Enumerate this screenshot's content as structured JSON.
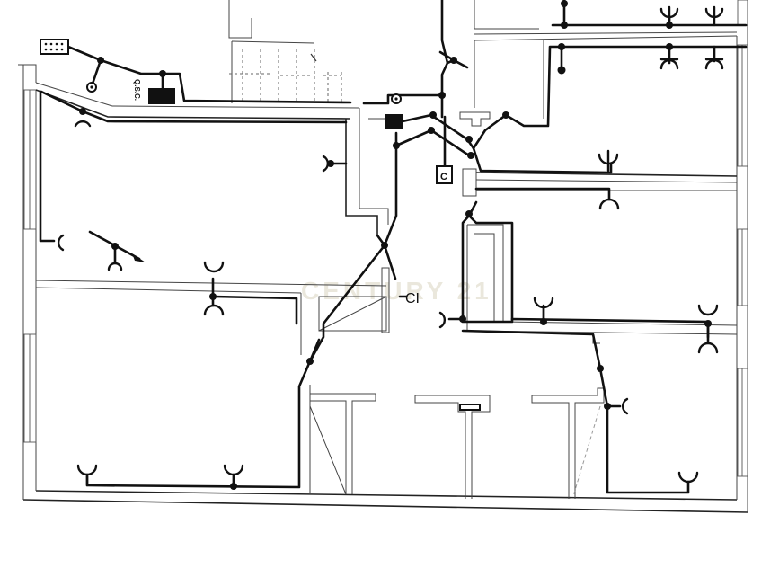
{
  "diagram": {
    "type": "electrical-floor-plan",
    "watermark": "CENTURY 21",
    "labels": {
      "panel_label": "Q.S.C.",
      "circuit_label": "CI",
      "box_label": "C"
    },
    "colors": {
      "background": "#ffffff",
      "line": "#111111",
      "watermark": "#d9d5c0"
    },
    "rooms": [
      {
        "name": "top-left-room",
        "fixtures": [
          "ceiling-light",
          "wall-outlet",
          "wall-outlet-with-arrow"
        ]
      },
      {
        "name": "bottom-left-room",
        "fixtures": [
          "ceiling-light-pair",
          "floor-outlet",
          "floor-outlet"
        ]
      },
      {
        "name": "top-right-room-1",
        "fixtures": [
          "switch",
          "outlet",
          "outlet"
        ]
      },
      {
        "name": "top-right-room-2",
        "fixtures": [
          "switch",
          "light",
          "light"
        ]
      },
      {
        "name": "right-room-middle",
        "fixtures": [
          "outlet",
          "light"
        ]
      },
      {
        "name": "right-room-lower",
        "fixtures": [
          "outlet",
          "outlet",
          "light"
        ]
      },
      {
        "name": "bottom-right-room",
        "fixtures": [
          "wall-outlet",
          "floor-outlet"
        ]
      },
      {
        "name": "hallway",
        "fixtures": [
          "distribution-board",
          "junction-box",
          "wall-outlet"
        ]
      }
    ]
  }
}
